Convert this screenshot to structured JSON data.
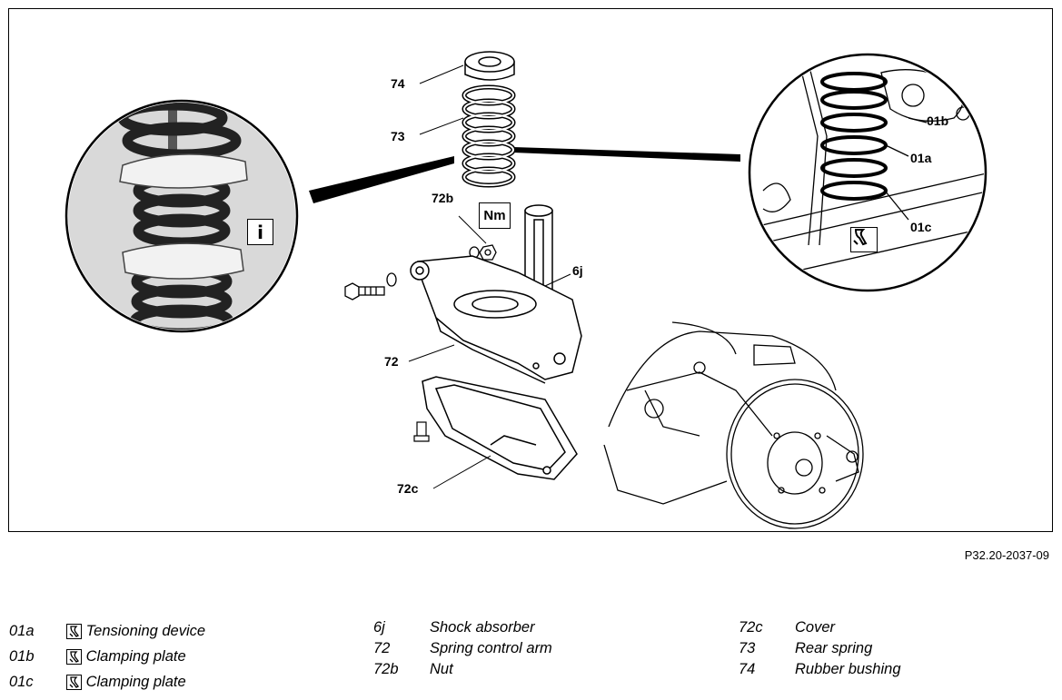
{
  "figure_ref": "P32.20-2037-09",
  "callouts": {
    "c74": "74",
    "c73": "73",
    "c72b": "72b",
    "c6j": "6j",
    "c72": "72",
    "c72c": "72c",
    "c01b": "01b",
    "c01a": "01a",
    "c01c": "01c"
  },
  "icons": {
    "info": "i",
    "torque": "Nm"
  },
  "legend": {
    "col1": [
      {
        "code": "01a",
        "tool_icon": true,
        "desc": "Tensioning device"
      },
      {
        "code": "01b",
        "tool_icon": true,
        "desc": "Clamping plate"
      },
      {
        "code": "01c",
        "tool_icon": true,
        "desc": "Clamping plate"
      }
    ],
    "col2": [
      {
        "code": "6j",
        "desc": "Shock absorber"
      },
      {
        "code": "72",
        "desc": "Spring control arm"
      },
      {
        "code": "72b",
        "desc": "Nut"
      }
    ],
    "col3": [
      {
        "code": "72c",
        "desc": "Cover"
      },
      {
        "code": "73",
        "desc": "Rear spring"
      },
      {
        "code": "74",
        "desc": "Rubber bushing"
      }
    ]
  }
}
